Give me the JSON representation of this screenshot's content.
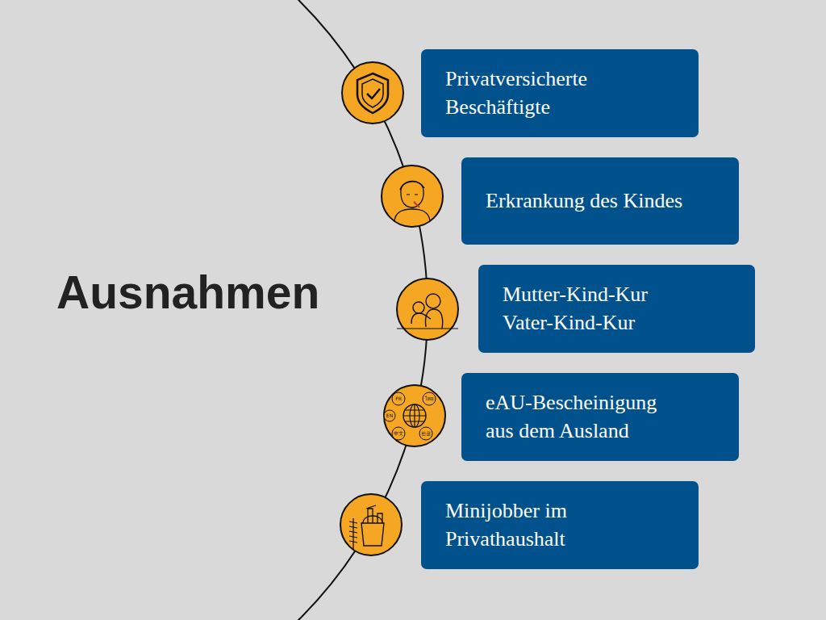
{
  "diagram": {
    "title": "Ausnahmen",
    "nodes": [
      {
        "text": [
          "Privatversicherte Beschäftigte"
        ]
      },
      {
        "text": [
          "Erkrankung des Kindes"
        ]
      },
      {
        "text": [
          "Mutter-Kind-Kur",
          "Vater-Kind-Kur"
        ]
      },
      {
        "text": [
          "eAU-Bescheinigung aus dem Ausland"
        ]
      },
      {
        "text": [
          "Minijobber im Privathaushalt"
        ]
      }
    ],
    "labels": [
      "FR",
      "ไทย",
      "EN",
      "中文",
      "한글"
    ]
  }
}
